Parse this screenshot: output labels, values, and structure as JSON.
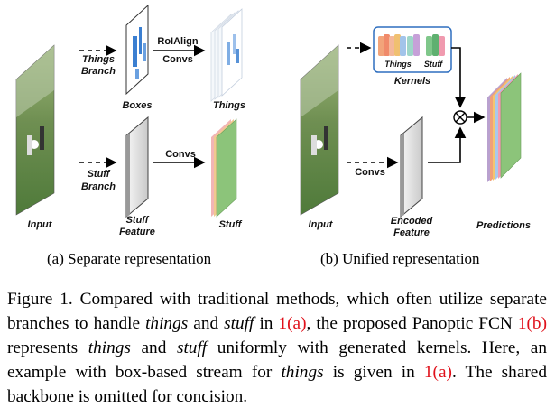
{
  "panel_a": {
    "labels": {
      "input": "Input",
      "things_branch_line1": "Things",
      "things_branch_line2": "Branch",
      "stuff_branch_line1": "Stuff",
      "stuff_branch_line2": "Branch",
      "boxes": "Boxes",
      "things": "Things",
      "stuff_feature_line1": "Stuff",
      "stuff_feature_line2": "Feature",
      "stuff": "Stuff",
      "roialign": "RoIAlign",
      "convs_top": "Convs",
      "convs_bottom": "Convs"
    },
    "subcaption": "(a)  Separate representation"
  },
  "panel_b": {
    "labels": {
      "input": "Input",
      "convs": "Convs",
      "kernels": "Kernels",
      "kernel_things": "Things",
      "kernel_stuff": "Stuff",
      "encoded_line1": "Encoded",
      "encoded_line2": "Feature",
      "predictions": "Predictions",
      "multiply_symbol": "⊗"
    },
    "subcaption": "(b)  Unified representation"
  },
  "caption": {
    "p1": "Figure 1. Compared with traditional methods, which often utilize separate branches to handle ",
    "things1": "things",
    "and1": " and ",
    "stuff1": "stuff",
    "in1": " in ",
    "ref1": "1(a)",
    "p2": ", the proposed Panoptic FCN ",
    "ref2": "1(b)",
    "p3": " represents ",
    "things2": "things",
    "and2": " and ",
    "stuff2": "stuff",
    "p4": " uniformly with generated kernels. Here, an example with box-based stream for ",
    "things3": "things",
    "p5": " is given in ",
    "ref3": "1(a)",
    "p6": ". The shared backbone is omitted for concision."
  },
  "colors": {
    "ref_red": "#e0101a",
    "box_blue": "#3b7fd1",
    "stuff_green": "#8cc47a",
    "kernel_border": "#2f6fbf"
  }
}
